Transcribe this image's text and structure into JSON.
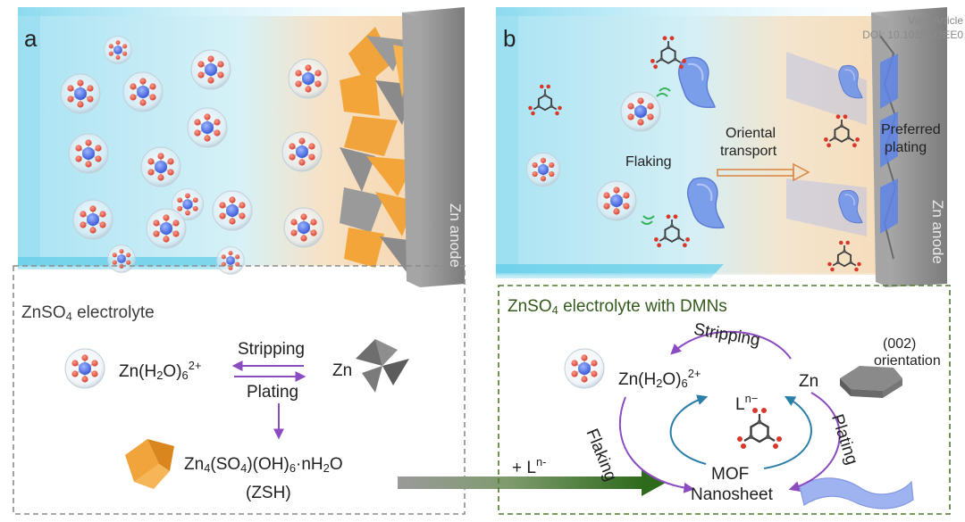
{
  "meta": {
    "view_article": "View Article",
    "doi": "DOI: 10.1039/D3EE0"
  },
  "panel_a": {
    "letter": "a",
    "anode_label": "Zn anode",
    "box_title": {
      "main": "ZnSO",
      "sub": "4",
      "rest": " electrolyte"
    },
    "complex": {
      "pre": "Zn(H",
      "sub1": "2",
      "mid": "O)",
      "sub2": "6",
      "sup": "2+"
    },
    "stripping": "Stripping",
    "plating": "Plating",
    "zn": "Zn",
    "zsh_formula": {
      "p1": "Zn",
      "s1": "4",
      "p2": "(SO",
      "s2": "4",
      "p3": ")(OH)",
      "s3": "6",
      "p4": "·nH",
      "s4": "2",
      "p5": "O"
    },
    "zsh_short": "(ZSH)"
  },
  "transfer": {
    "pre": "+ L",
    "sup": "n-"
  },
  "panel_b": {
    "letter": "b",
    "anode_label": "Zn anode",
    "flaking_top": "Flaking",
    "oriental_1": "Oriental",
    "oriental_2": "transport",
    "preferred_1": "Preferred",
    "preferred_2": "plating",
    "box_title": {
      "main": "ZnSO",
      "sub": "4",
      "rest": " electrolyte with DMNs"
    },
    "stripping": "Stripping",
    "complex": {
      "pre": "Zn(H",
      "sub1": "2",
      "mid": "O)",
      "sub2": "6",
      "sup": "2+"
    },
    "ligand": {
      "pre": "L",
      "sup": "n−"
    },
    "zn": "Zn",
    "orientation_1": "(002)",
    "orientation_2": "orientation",
    "flaking": "Flaking",
    "plating": "Plating",
    "mof_1": "MOF",
    "mof_2": "Nanosheet"
  },
  "colors": {
    "cell_blue": "#bfe9f6",
    "anode_orange": "#f3a53a",
    "anode_grey": "#8d8d8d",
    "nanosheet_blue": "#5d84e6",
    "arrow_purple": "#8b4cc2",
    "arrow_teal": "#2a7fa8",
    "box_grey": "#8c8c8c",
    "box_green": "#4d7a2c",
    "transfer_green": "#2e6a1c"
  }
}
